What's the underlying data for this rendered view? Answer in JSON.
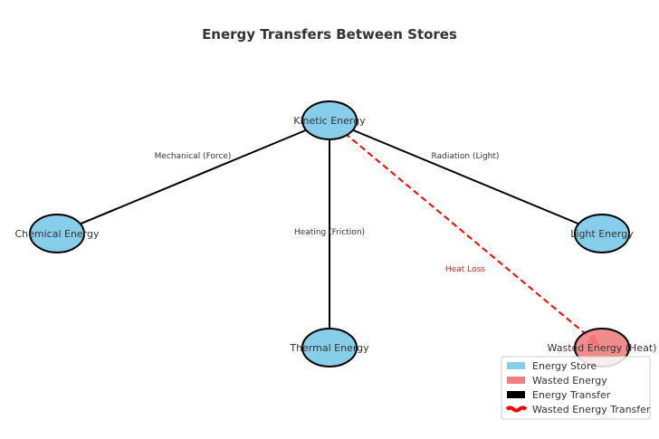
{
  "title": "Energy Transfers Between Stores",
  "colors": {
    "energy_store": "#87ceeb",
    "wasted_energy": "#f08080",
    "energy_transfer": "#000000",
    "wasted_transfer": "#ff0000"
  },
  "nodes": [
    {
      "id": "kinetic",
      "label": "Kinetic Energy",
      "type": "energy_store"
    },
    {
      "id": "chemical",
      "label": "Chemical Energy",
      "type": "energy_store"
    },
    {
      "id": "light",
      "label": "Light Energy",
      "type": "energy_store"
    },
    {
      "id": "thermal",
      "label": "Thermal Energy",
      "type": "energy_store"
    },
    {
      "id": "wasted",
      "label": "Wasted Energy (Heat)",
      "type": "wasted_energy"
    }
  ],
  "edges": [
    {
      "from": "chemical",
      "to": "kinetic",
      "label": "Mechanical (Force)",
      "type": "energy_transfer"
    },
    {
      "from": "kinetic",
      "to": "light",
      "label": "Radiation (Light)",
      "type": "energy_transfer"
    },
    {
      "from": "kinetic",
      "to": "thermal",
      "label": "Heating (Friction)",
      "type": "energy_transfer"
    },
    {
      "from": "kinetic",
      "to": "wasted",
      "label": "Heat Loss",
      "type": "wasted_transfer"
    }
  ],
  "legend": {
    "items": [
      {
        "label": "Energy Store",
        "type": "energy_store"
      },
      {
        "label": "Wasted Energy",
        "type": "wasted_energy"
      },
      {
        "label": "Energy Transfer",
        "type": "energy_transfer"
      },
      {
        "label": "Wasted Energy Transfer",
        "type": "wasted_transfer"
      }
    ]
  }
}
